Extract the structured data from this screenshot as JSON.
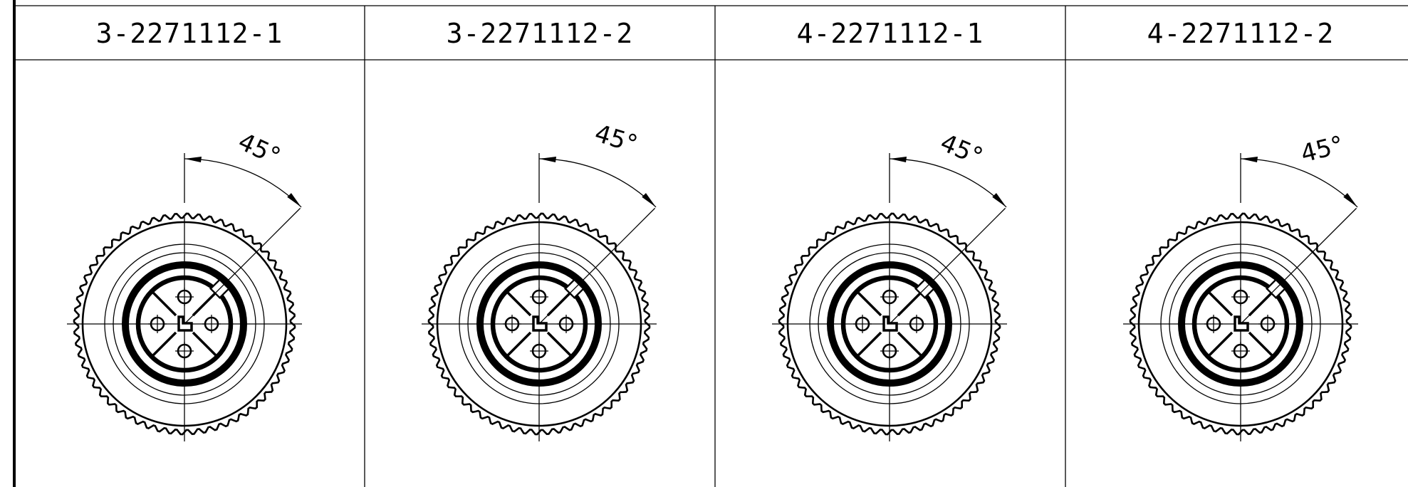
{
  "table": {
    "columns": [
      {
        "part_number": "3-2271112-1",
        "angle_label": "45°"
      },
      {
        "part_number": "3-2271112-2",
        "angle_label": "45°"
      },
      {
        "part_number": "4-2271112-1",
        "angle_label": "45°"
      },
      {
        "part_number": "4-2271112-2",
        "angle_label": "45°"
      }
    ]
  },
  "connector": {
    "type": "4-pin circular connector face view",
    "coding_angle_deg": 45,
    "pins": 4
  },
  "colors": {
    "line": "#000000",
    "background": "#ffffff"
  }
}
